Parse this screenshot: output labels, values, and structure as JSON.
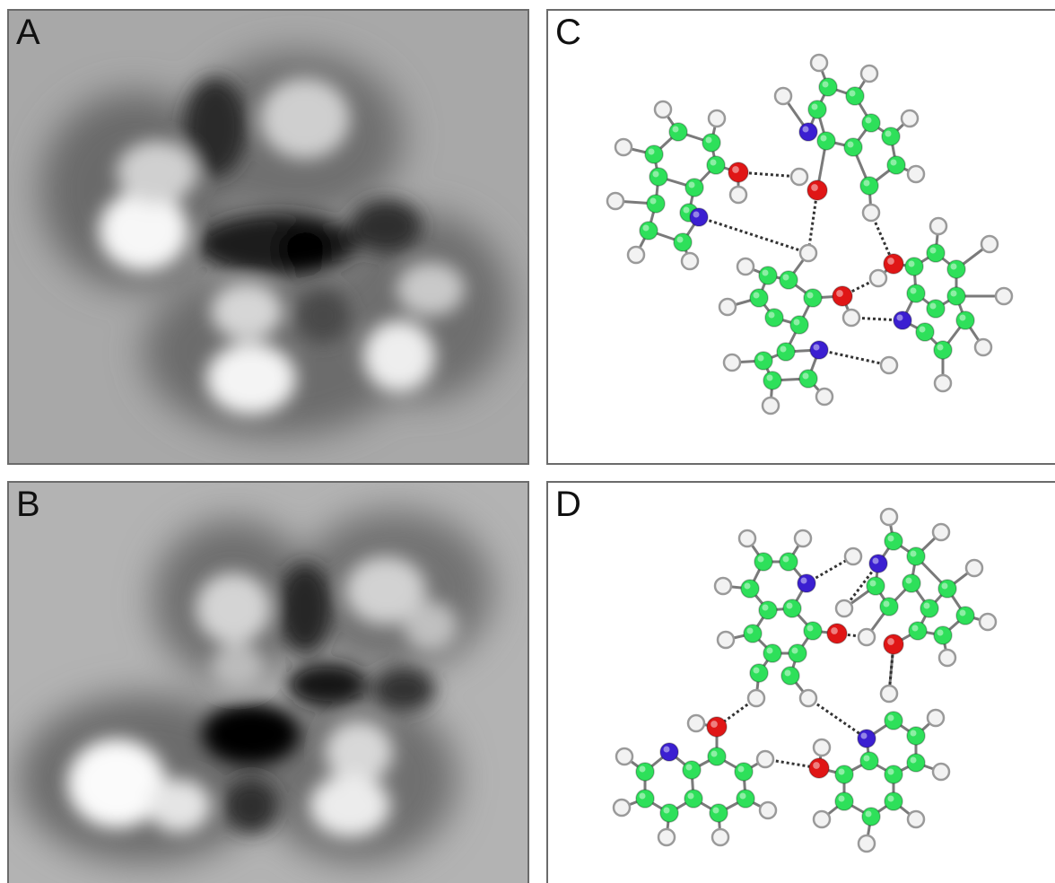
{
  "panels": {
    "a": {
      "label": "A"
    },
    "b": {
      "label": "B"
    },
    "c": {
      "label": "C"
    },
    "d": {
      "label": "D"
    }
  },
  "colors": {
    "carbon": "#2ee05a",
    "hydrogen": "#f2f2f2",
    "nitrogen": "#3b1fd1",
    "oxygen": "#e01616",
    "bond": "#7a7a7a",
    "hydrogen_bond": "#333333"
  }
}
